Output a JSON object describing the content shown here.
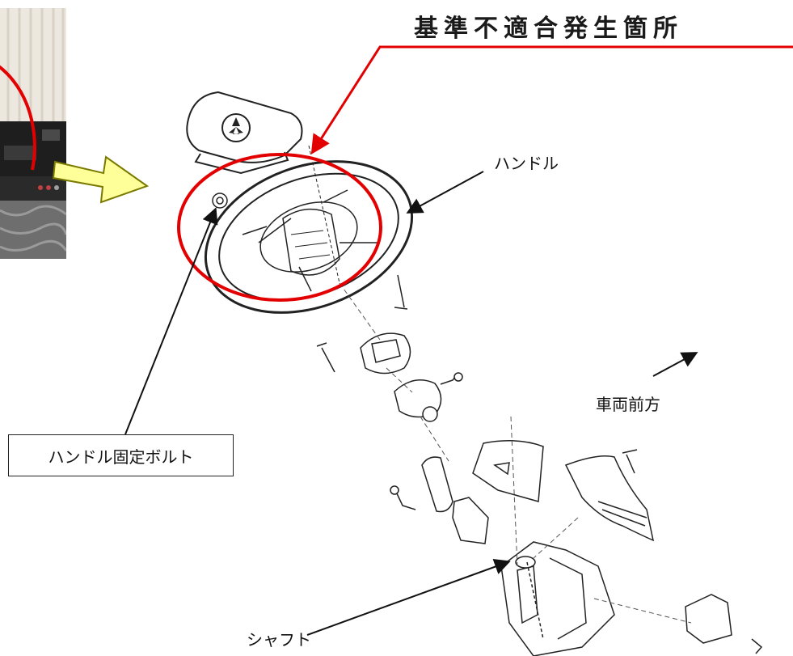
{
  "title": "基準不適合発生箇所",
  "labels": {
    "handle": "ハンドル",
    "vehicle_front": "車両前方",
    "handle_bolt": "ハンドル固定ボルト",
    "shaft": "シャフト"
  },
  "colors": {
    "highlight": "#e30000",
    "callout_arrow_fill": "#ffff99",
    "callout_arrow_stroke": "#7a7a00",
    "line": "#111111"
  }
}
